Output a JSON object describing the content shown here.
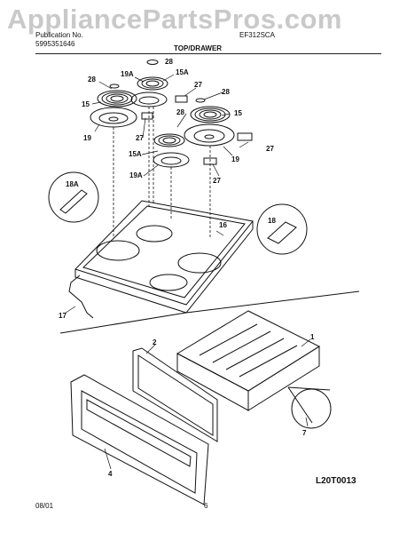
{
  "watermark": "AppliancePartsPros.com",
  "header": {
    "publication_line": "Publication No.",
    "publication_number": "5995351646",
    "model": "EF312SCA",
    "section_title": "TOP/DRAWER"
  },
  "diagram_id": "L20T0013",
  "footer": {
    "date": "08/01",
    "page": "6"
  },
  "callouts": {
    "c28a": "28",
    "c15a_top": "15A",
    "c19a_top": "19A",
    "c27_top": "27",
    "c28_b": "28",
    "c28_left": "28",
    "c15_left": "15",
    "c19_left": "19",
    "c27_left": "27",
    "c28_mid": "28",
    "c15_right": "15",
    "c19_right": "19",
    "c27_right": "27",
    "c15a_mid": "15A",
    "c19a_mid": "19A",
    "c27_mid": "27",
    "c18a": "18A",
    "c16": "16",
    "c18": "18",
    "c17": "17",
    "c1": "1",
    "c2": "2",
    "c4": "4",
    "c7": "7"
  }
}
